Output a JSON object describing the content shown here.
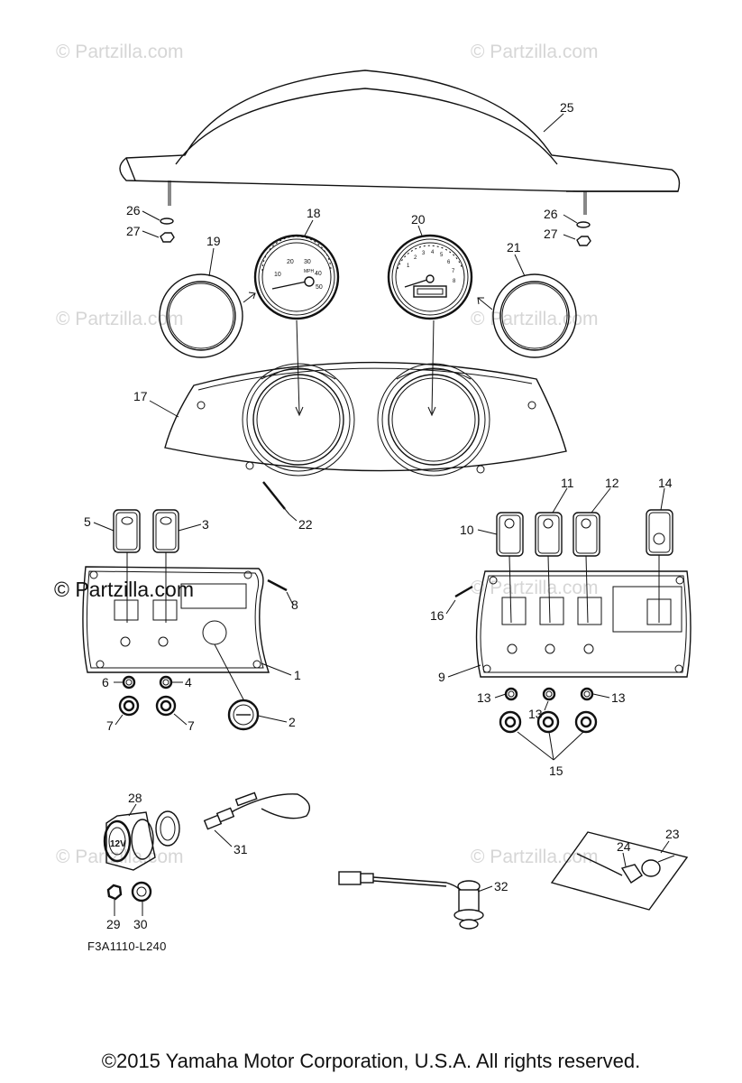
{
  "watermark": "© Partzilla.com",
  "stamp": "© Partzilla.com",
  "figure_code": "F3A1110-L240",
  "copyright": "©2015  Yamaha Motor Corporation, U.S.A. All rights reserved.",
  "callouts": [
    "1",
    "2",
    "3",
    "4",
    "5",
    "6",
    "7",
    "7",
    "8",
    "9",
    "10",
    "11",
    "12",
    "13",
    "13",
    "13",
    "14",
    "15",
    "16",
    "17",
    "18",
    "19",
    "20",
    "21",
    "22",
    "23",
    "24",
    "25",
    "26",
    "26",
    "27",
    "27",
    "28",
    "29",
    "30",
    "31",
    "32"
  ],
  "speedometer": {
    "ticks": [
      "10",
      "20",
      "30",
      "40",
      "50"
    ],
    "unit": "MPH"
  },
  "tachometer": {
    "ticks": [
      "1",
      "2",
      "3",
      "4",
      "5",
      "6",
      "7",
      "8"
    ]
  },
  "outlet_label": "12V"
}
